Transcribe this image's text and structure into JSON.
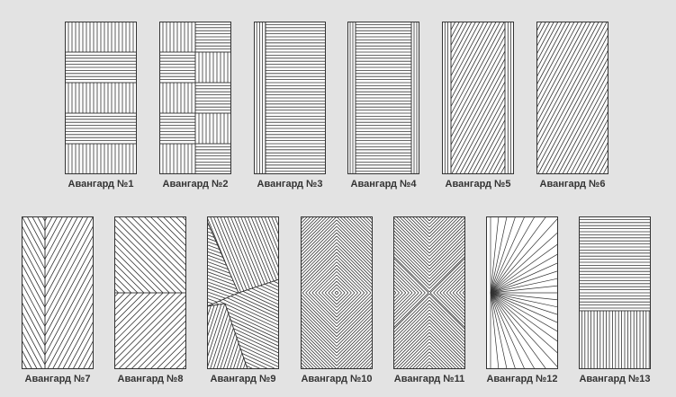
{
  "doors": [
    {
      "label": "Авангард №1"
    },
    {
      "label": "Авангард №2"
    },
    {
      "label": "Авангард №3"
    },
    {
      "label": "Авангард №4"
    },
    {
      "label": "Авангард №5"
    },
    {
      "label": "Авангард №6"
    },
    {
      "label": "Авангард №7"
    },
    {
      "label": "Авангард №8"
    },
    {
      "label": "Авангард №9"
    },
    {
      "label": "Авангард №10"
    },
    {
      "label": "Авангард №11"
    },
    {
      "label": "Авангард №12"
    },
    {
      "label": "Авангард №13"
    }
  ],
  "colors": {
    "background": "#e3e3e3",
    "panel": "#ffffff",
    "line": "#333333"
  }
}
